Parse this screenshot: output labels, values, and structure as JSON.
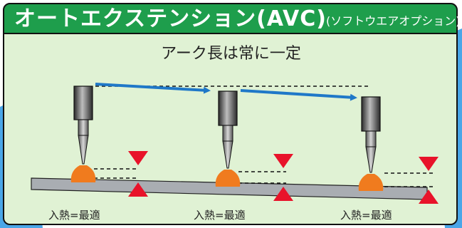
{
  "title": {
    "main": "オートエクステンション(AVC)",
    "sub": "(ソフトウエアオプション)"
  },
  "heading": "アーク長は常に一定",
  "captions": [
    "入熱=最適",
    "入熱=最適",
    "入熱=最適"
  ],
  "colors": {
    "title_bg": "#1e9e4c",
    "panel_bg": "#e0f2d4",
    "arrow": "#1f78c8",
    "marker": "#e8132a",
    "arc": "#f07b1e",
    "background_blue": "#4aa6e8"
  },
  "icons": [
    "torch-icon",
    "arc-icon",
    "motion-arrow-icon",
    "gap-marker-icon"
  ]
}
